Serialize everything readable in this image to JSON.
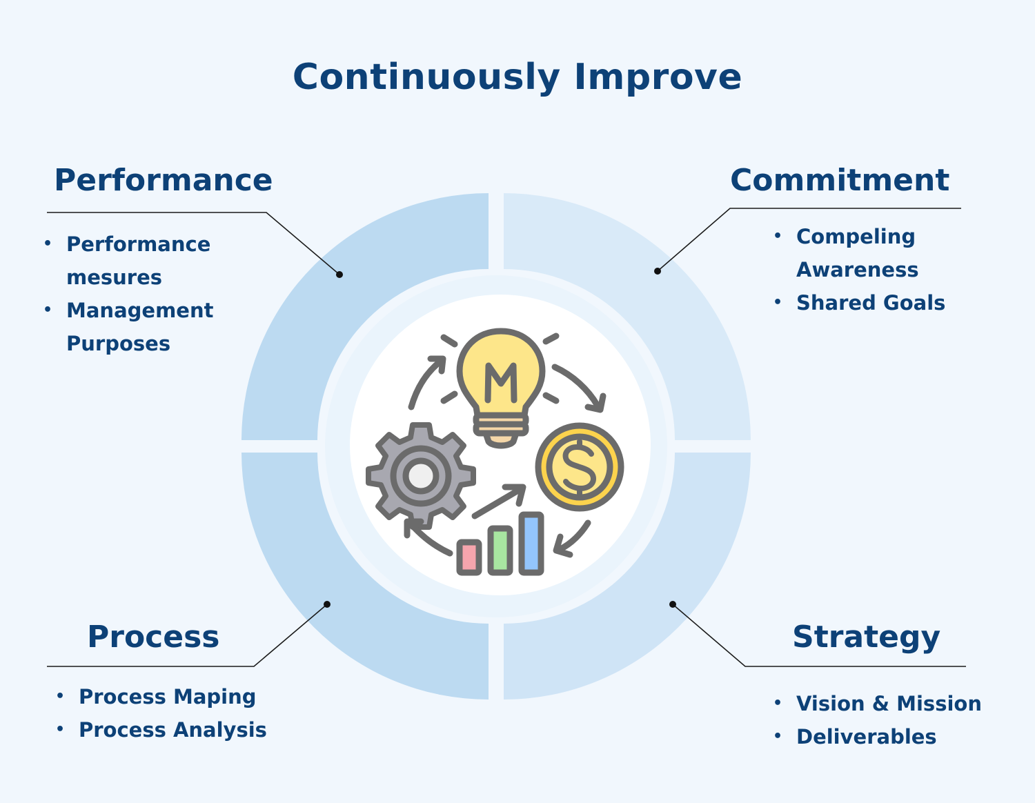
{
  "title": "Continuously Improve",
  "sections": {
    "performance": {
      "heading": "Performance",
      "items": [
        "Performance mesures",
        "Management Purposes"
      ],
      "color": "#bcdaf1"
    },
    "commitment": {
      "heading": "Commitment",
      "items": [
        "Compeling Awareness",
        "Shared Goals"
      ],
      "color": "#d9eaf8"
    },
    "process": {
      "heading": "Process",
      "items": [
        "Process Maping",
        "Process Analysis"
      ],
      "color": "#bcdaf1"
    },
    "strategy": {
      "heading": "Strategy",
      "items": [
        "Vision & Mission",
        "Deliverables"
      ],
      "color": "#cfe4f6"
    }
  },
  "center_icon": "continuous-improvement-icon",
  "colors": {
    "text": "#0d4177",
    "background": "#f1f7fd",
    "icon_outline": "#6b6b6b",
    "bulb": "#fde68a",
    "coin": "#fcd34d",
    "gear": "#a8a8b0",
    "bar_red": "#f6a5ad",
    "bar_green": "#a8e6a1",
    "bar_blue": "#93c5fd"
  }
}
